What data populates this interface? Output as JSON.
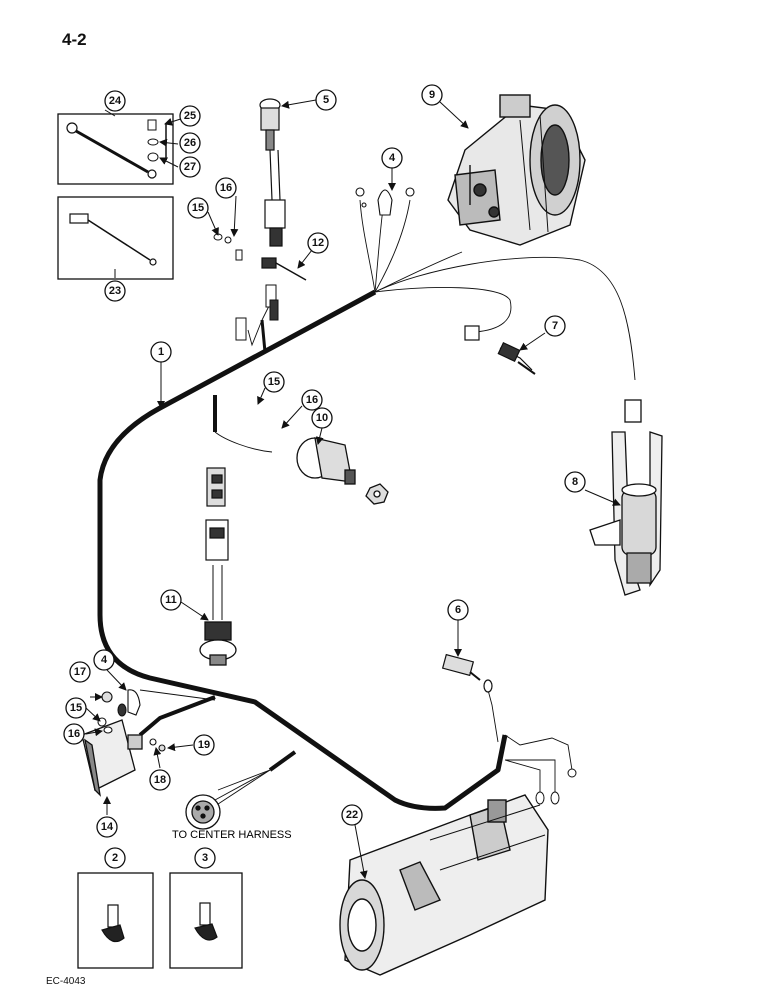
{
  "page": {
    "page_number": "4-2",
    "figure_code": "EC-4043",
    "note": "TO CENTER HARNESS"
  },
  "callouts": {
    "c1": "1",
    "c2": "2",
    "c3": "3",
    "c4a": "4",
    "c4b": "4",
    "c5": "5",
    "c6": "6",
    "c7": "7",
    "c8": "8",
    "c9": "9",
    "c10": "10",
    "c11": "11",
    "c12": "12",
    "c14": "14",
    "c15a": "15",
    "c15b": "15",
    "c15c": "15",
    "c16a": "16",
    "c16b": "16",
    "c16c": "16",
    "c17": "17",
    "c18": "18",
    "c19": "19",
    "c22": "22",
    "c23": "23",
    "c24": "24",
    "c25": "25",
    "c26": "26",
    "c27": "27"
  }
}
